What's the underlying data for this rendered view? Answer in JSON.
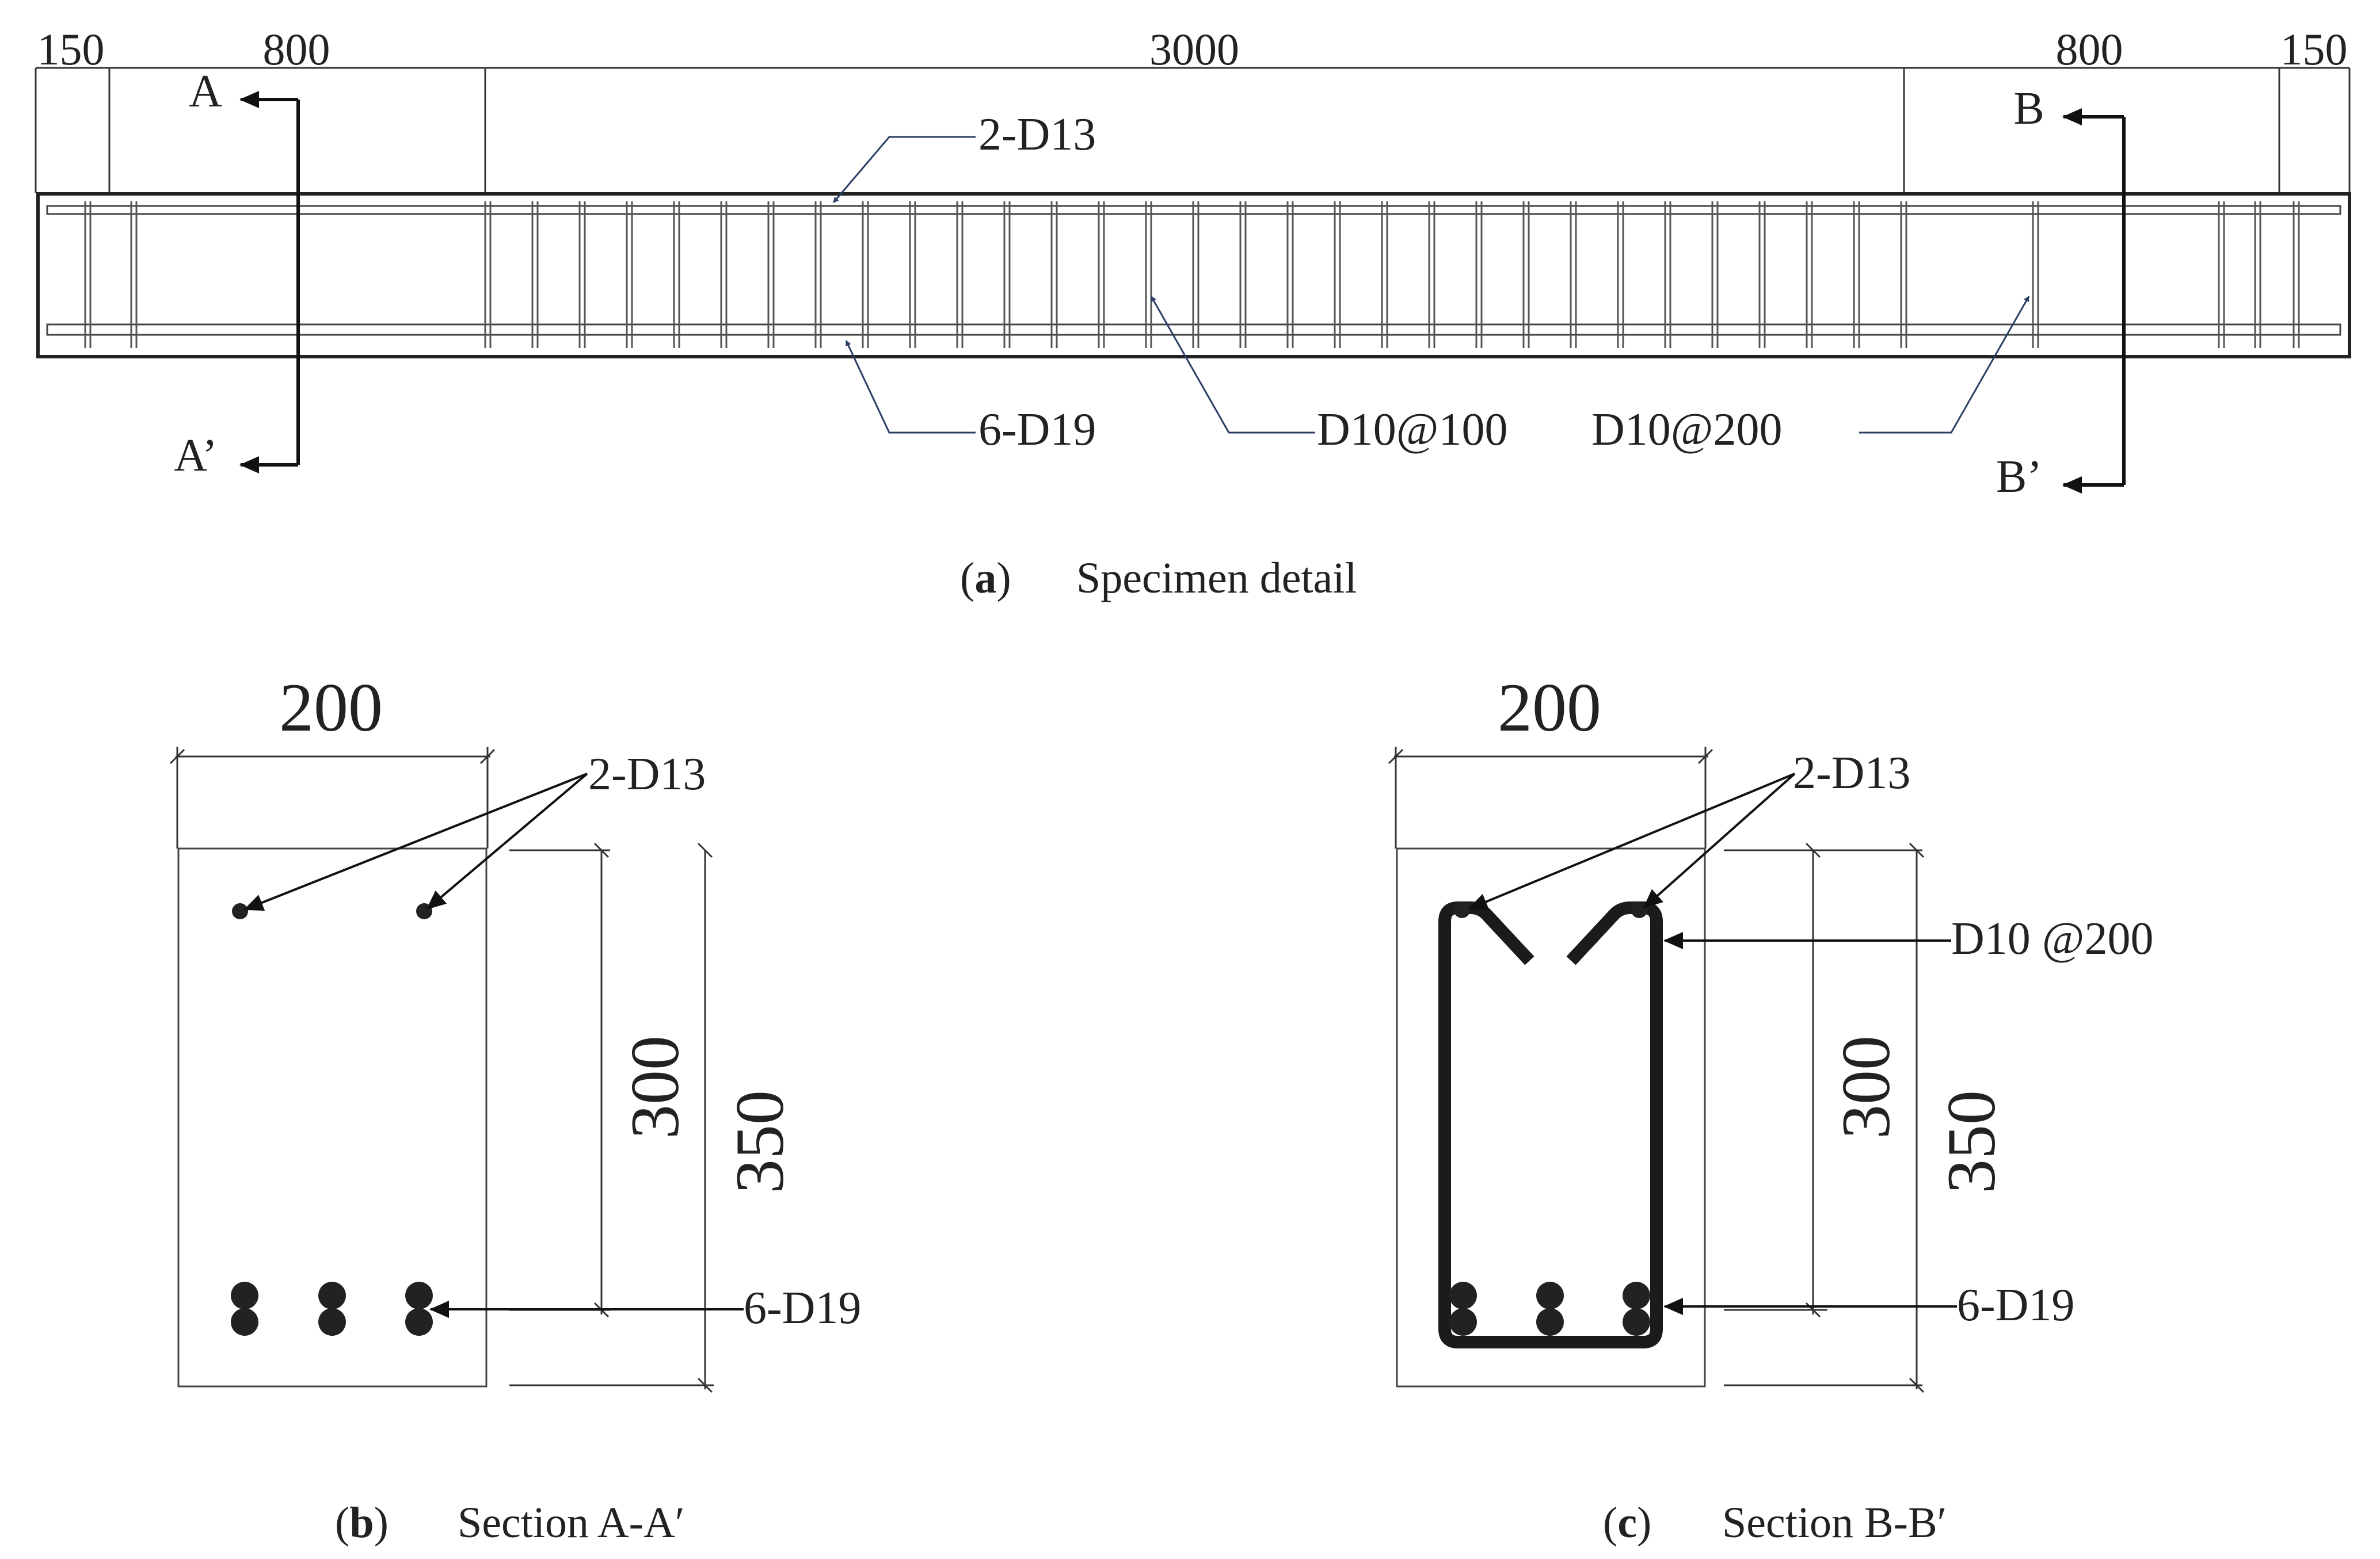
{
  "beam": {
    "dims": [
      "150",
      "800",
      "3000",
      "800",
      "150"
    ],
    "sections": {
      "a_top": "A",
      "a_bottom": "A’",
      "b_top": "B",
      "b_bottom": "B’"
    },
    "labels": {
      "top_bar": "2-D13",
      "bottom_bar": "6-D19",
      "stirrup_dense": "D10@100",
      "stirrup_sparse": "D10@200"
    }
  },
  "captions": {
    "a": {
      "letter": "a",
      "text": "Specimen detail"
    },
    "b": {
      "letter": "b",
      "text": "Section A-A′"
    },
    "c": {
      "letter": "c",
      "text": "Section B-B′"
    }
  },
  "section_aa": {
    "width": "200",
    "depth_eff": "300",
    "height": "350",
    "top_bar": "2-D13",
    "bottom_bar": "6-D19"
  },
  "section_bb": {
    "width": "200",
    "depth_eff": "300",
    "height": "350",
    "top_bar": "2-D13",
    "stirrup": "D10 @200",
    "bottom_bar": "6-D19"
  }
}
